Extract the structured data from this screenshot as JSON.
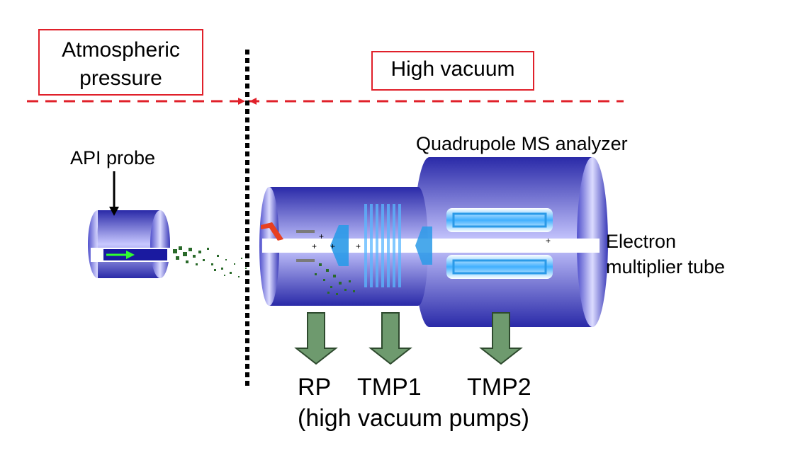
{
  "regions": {
    "atmospheric": "Atmospheric\npressure",
    "vacuum": "High vacuum"
  },
  "labels": {
    "api_probe": "API probe",
    "analyzer": "Quadrupole MS analyzer",
    "detector_line1": "Electron",
    "detector_line2": "multiplier tube",
    "pump_rp": "RP",
    "pump_tmp1": "TMP1",
    "pump_tmp2": "TMP2",
    "pumps_caption": "(high vacuum pumps)"
  },
  "colors": {
    "region_border": "#e0202a",
    "boundary_dash": "#e0202a",
    "divider": "#000000",
    "cylinder_dark": "#2a2aa8",
    "cylinder_light": "#c8c8ff",
    "pump_arrow_fill": "#6e9a6e",
    "pump_arrow_stroke": "#2e4a2e",
    "ion_spray": "#2a6a2a",
    "ion_lens": "#2a9ae8",
    "skimmer_red": "#e84020"
  }
}
